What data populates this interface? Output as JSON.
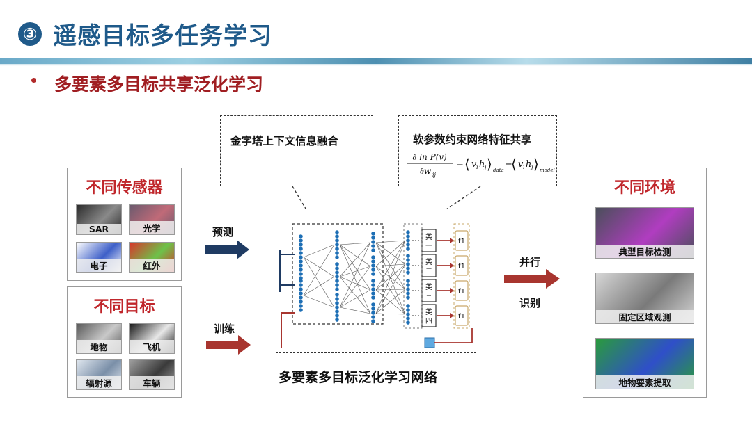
{
  "header": {
    "number": "③",
    "title": "遥感目标多任务学习"
  },
  "section": {
    "subtitle": "多要素多目标共享泛化学习"
  },
  "left_panels": {
    "sensors": {
      "title": "不同传感器",
      "items": [
        {
          "label": "SAR",
          "colors": [
            "#2b2b2b",
            "#8a8a8a"
          ]
        },
        {
          "label": "光学",
          "colors": [
            "#6b5a6e",
            "#c06a78"
          ]
        },
        {
          "label": "电子",
          "colors": [
            "#ffffff",
            "#3d5fc8"
          ]
        },
        {
          "label": "红外",
          "colors": [
            "#d9352b",
            "#6dc24a"
          ]
        }
      ]
    },
    "targets": {
      "title": "不同目标",
      "items": [
        {
          "label": "地物",
          "colors": [
            "#5a5a5a",
            "#c9c9c9"
          ]
        },
        {
          "label": "飞机",
          "colors": [
            "#1a1a1a",
            "#e8e8e8"
          ]
        },
        {
          "label": "辐射源",
          "colors": [
            "#dfe6ee",
            "#7a8fa8"
          ]
        },
        {
          "label": "车辆",
          "colors": [
            "#9e9e9e",
            "#3a3a3a"
          ]
        }
      ]
    }
  },
  "arrows": {
    "predict": {
      "label": "预测",
      "color": "#1f3b63"
    },
    "train": {
      "label": "训练",
      "color": "#a8352f"
    },
    "parallel": {
      "label": "并行",
      "color": "#a8352f"
    },
    "recognize": {
      "label": "识别"
    }
  },
  "annotations": {
    "pyramid": {
      "title": "金字塔上下文信息融合"
    },
    "soft": {
      "title": "软参数约束网络特征共享",
      "formula": {
        "numerator": "∂ ln P(v̄)",
        "denominator": "∂w",
        "denominator_sub": "ij",
        "rhs_1": "v",
        "rhs_1_sub": "i",
        "rhs_2": "h",
        "rhs_2_sub": "j",
        "data_sub": "data",
        "model_sub": "model",
        "equals": "=",
        "minus": "−"
      }
    }
  },
  "network": {
    "caption": "多要素多目标泛化学习网络",
    "classes": [
      "类一",
      "类二",
      "类三",
      "类四"
    ],
    "outputs": [
      "f1",
      "f1",
      "f1",
      "f1"
    ],
    "node_color": "#1e6fb5"
  },
  "right_panel": {
    "title": "不同环境",
    "items": [
      {
        "label": "典型目标检测",
        "colors": [
          "#4a4f5a",
          "#b03dc0"
        ]
      },
      {
        "label": "固定区域观测",
        "colors": [
          "#d6d6d6",
          "#7a7a7a"
        ]
      },
      {
        "label": "地物要素提取",
        "colors": [
          "#2a9b3c",
          "#2f4fc9"
        ]
      }
    ]
  }
}
